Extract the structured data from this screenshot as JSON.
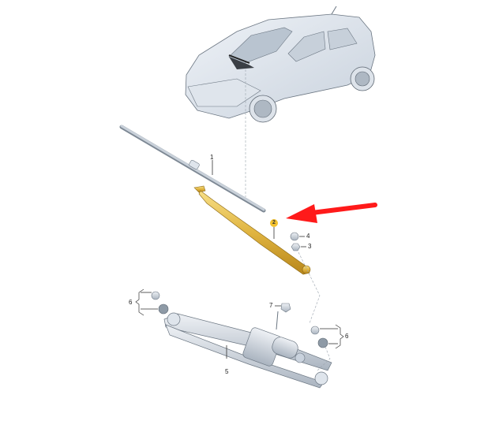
{
  "diagram": {
    "type": "exploded-parts-diagram",
    "subject": "Windscreen wiper assembly",
    "highlight_color": "#f2c12e",
    "arrow_color": "#ff1a1a",
    "callouts": [
      {
        "id": "1",
        "label": "1",
        "part": "wiper-blade"
      },
      {
        "id": "2",
        "label": "2",
        "part": "wiper-arm",
        "highlighted": true
      },
      {
        "id": "3",
        "label": "3",
        "part": "hex-nut"
      },
      {
        "id": "4",
        "label": "4",
        "part": "cap"
      },
      {
        "id": "5",
        "label": "5",
        "part": "wiper-linkage-with-motor"
      },
      {
        "id": "6a",
        "label": "6",
        "part": "mounting-bolt-and-grommet-left"
      },
      {
        "id": "6b",
        "label": "6",
        "part": "mounting-bolt-and-grommet-right"
      },
      {
        "id": "7",
        "label": "7",
        "part": "clip"
      }
    ]
  }
}
